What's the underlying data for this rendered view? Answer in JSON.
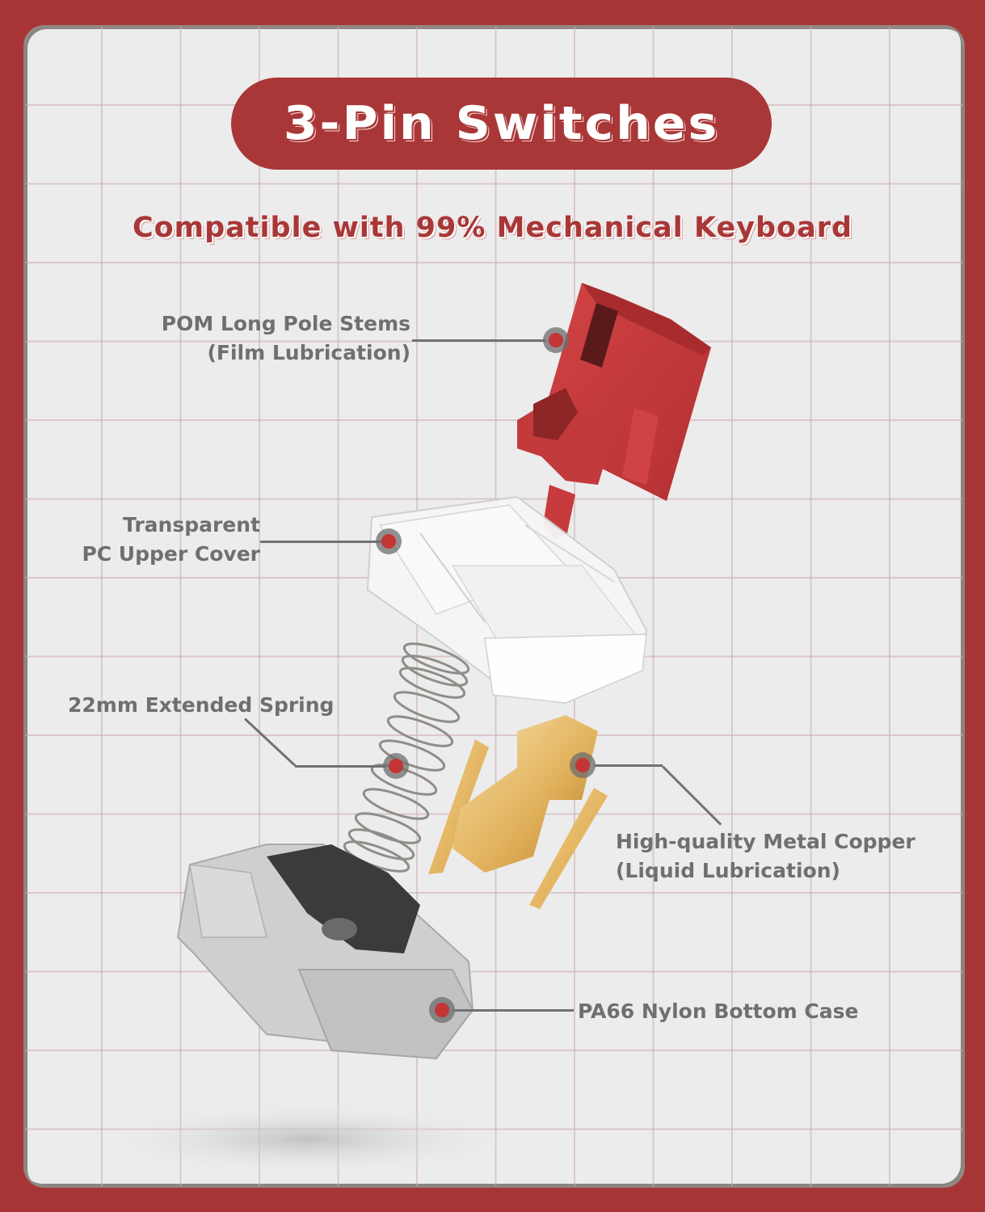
{
  "title": "3-Pin Switches",
  "subtitle": "Compatible with 99% Mechanical Keyboard",
  "colors": {
    "brand_red": "#a93737",
    "panel_bg": "#ececec",
    "grid_line": "#d8c2c5",
    "label_text": "#6f6f6f",
    "callout_dot": "#c43535",
    "stem_red": "#c8393b",
    "contact_gold": "#e1b56a",
    "housing_gray": "#c9c9c9"
  },
  "callouts": [
    {
      "id": "stem",
      "lines": [
        "POM Long Pole Stems",
        "(Film Lubrication)"
      ]
    },
    {
      "id": "upper-cover",
      "lines": [
        "Transparent",
        "PC Upper Cover"
      ]
    },
    {
      "id": "spring",
      "lines": [
        "22mm Extended Spring"
      ]
    },
    {
      "id": "copper",
      "lines": [
        "High-quality Metal Copper",
        "(Liquid Lubrication)"
      ]
    },
    {
      "id": "bottom-case",
      "lines": [
        "PA66 Nylon Bottom Case"
      ]
    }
  ]
}
